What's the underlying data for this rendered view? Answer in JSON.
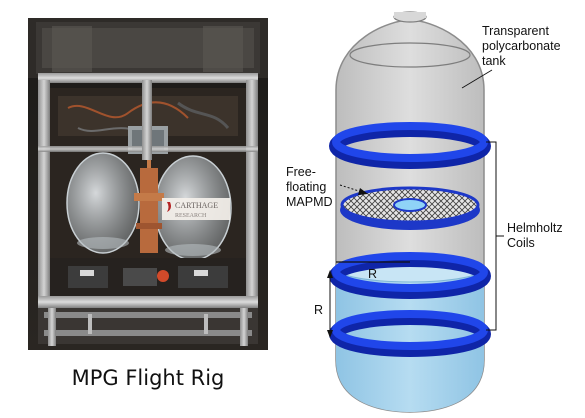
{
  "photo": {
    "logo_text": [
      "CARTHAGE",
      "RESEARCH"
    ],
    "caption": "MPG Flight Rig"
  },
  "diagram": {
    "tank_label": [
      "Transparent",
      "polycarbonate",
      "tank"
    ],
    "device_label": [
      "Free-",
      "floating",
      "MAPMD"
    ],
    "coils_label": [
      "Helmholtz",
      "Coils"
    ],
    "radius_label": "R",
    "spacing_label": "R",
    "colors": {
      "coil": "#1f3fe0",
      "coil_dark": "#0f25a8",
      "liquid": "#a9d4ec",
      "tank": "#d3d3d3"
    }
  }
}
